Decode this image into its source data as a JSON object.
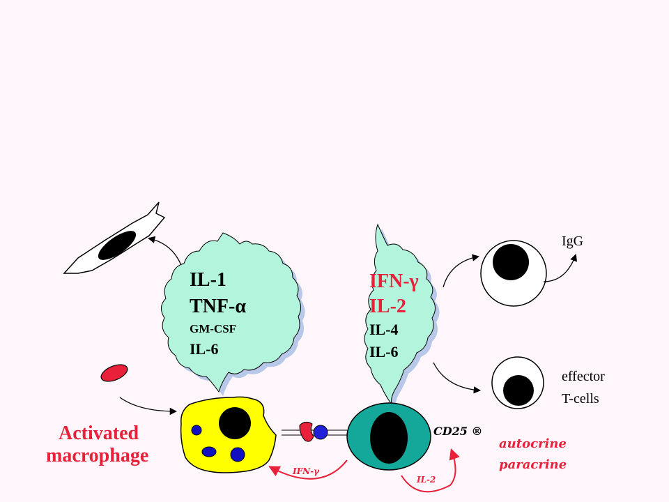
{
  "colors": {
    "background": "#fef6fb",
    "cloud_fill": "#b3f5dc",
    "cloud_shadow": "#b8c8e8",
    "macrophage_fill": "#ffff00",
    "tcell_fill": "#13a89a",
    "accent_red": "#e8203a",
    "nucleus": "#000000",
    "granule_blue": "#1010c0"
  },
  "macrophage_cloud": {
    "lines": [
      "IL-1",
      "TNF-α",
      "GM-CSF",
      "IL-6"
    ]
  },
  "tcell_cloud": {
    "lines": [
      "IFN-γ",
      "IL-2",
      "IL-4",
      "IL-6"
    ]
  },
  "labels": {
    "macrophage_line1": "Activated",
    "macrophage_line2": "macrophage",
    "igg": "IgG",
    "effector_line1": "effector",
    "effector_line2": "T-cells",
    "cd25": "CD25 ®",
    "autocrine": "autocrine",
    "paracrine": "paracrine",
    "ifn_arrow": "IFN-γ",
    "il2_arrow": "IL-2"
  },
  "icons": [
    "fibroblast-icon",
    "red-blood-cell-icon",
    "b-cell-icon",
    "effector-t-cell-icon",
    "macrophage-icon",
    "t-helper-cell-icon",
    "receptor-icon"
  ]
}
